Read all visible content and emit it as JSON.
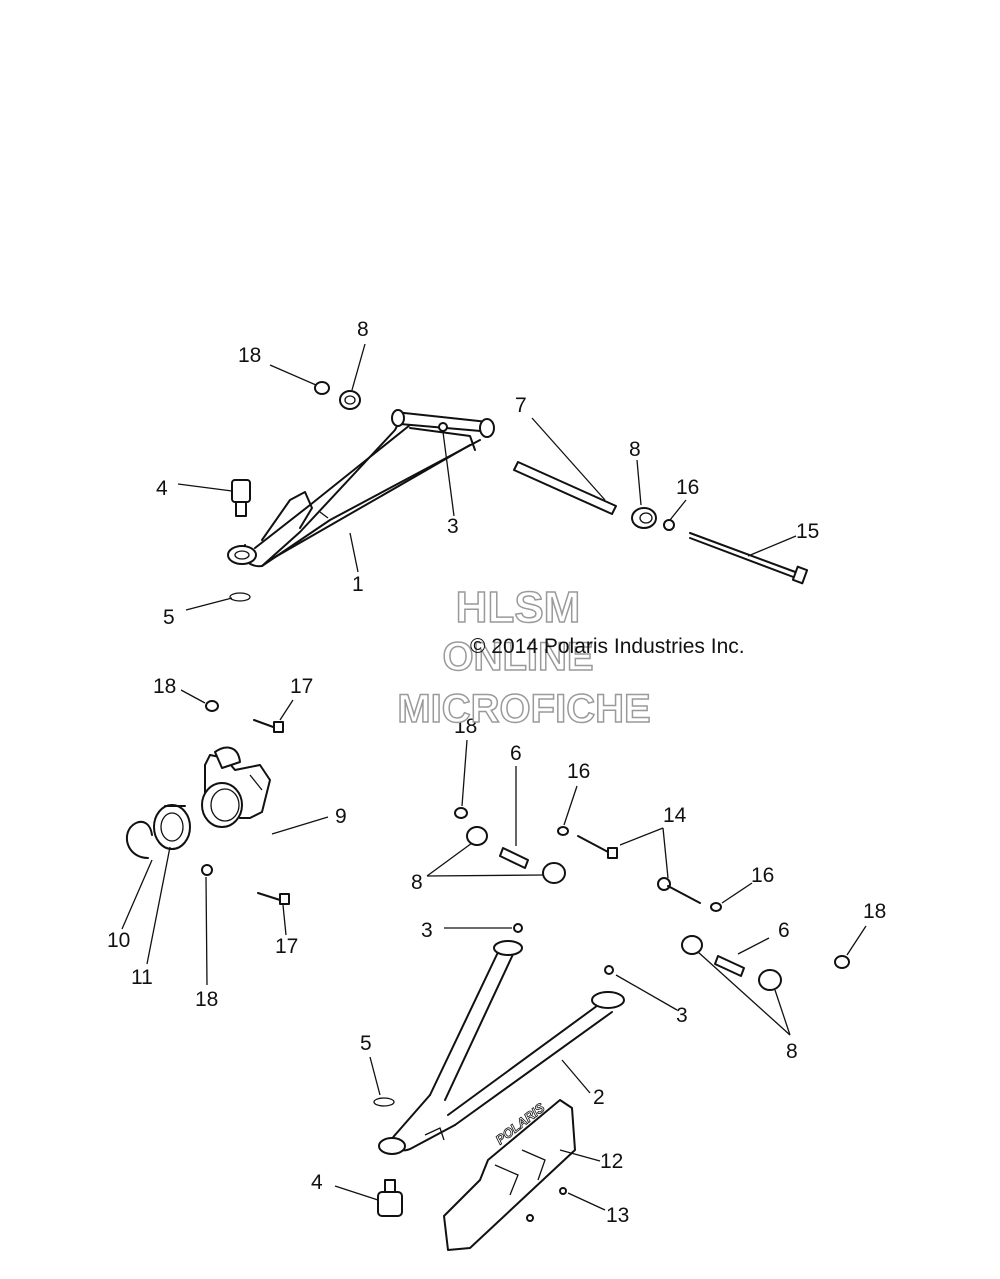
{
  "watermark": {
    "line1": "HLSM",
    "line2": "ONLINE",
    "line3": "MICROFICHE"
  },
  "copyright": "© 2014 Polaris Industries Inc.",
  "logo_text": "POLARIS",
  "callouts": [
    {
      "id": "c-18a",
      "label": "18"
    },
    {
      "id": "c-8a",
      "label": "8"
    },
    {
      "id": "c-7",
      "label": "7"
    },
    {
      "id": "c-8b",
      "label": "8"
    },
    {
      "id": "c-16a",
      "label": "16"
    },
    {
      "id": "c-15",
      "label": "15"
    },
    {
      "id": "c-4a",
      "label": "4"
    },
    {
      "id": "c-3a",
      "label": "3"
    },
    {
      "id": "c-1",
      "label": "1"
    },
    {
      "id": "c-5a",
      "label": "5"
    },
    {
      "id": "c-18b",
      "label": "18"
    },
    {
      "id": "c-17a",
      "label": "17"
    },
    {
      "id": "c-18c",
      "label": "18"
    },
    {
      "id": "c-6a",
      "label": "6"
    },
    {
      "id": "c-16b",
      "label": "16"
    },
    {
      "id": "c-9",
      "label": "9"
    },
    {
      "id": "c-14",
      "label": "14"
    },
    {
      "id": "c-8c",
      "label": "8"
    },
    {
      "id": "c-16c",
      "label": "16"
    },
    {
      "id": "c-10",
      "label": "10"
    },
    {
      "id": "c-11",
      "label": "11"
    },
    {
      "id": "c-18d",
      "label": "18"
    },
    {
      "id": "c-17b",
      "label": "17"
    },
    {
      "id": "c-3b",
      "label": "3"
    },
    {
      "id": "c-6b",
      "label": "6"
    },
    {
      "id": "c-18e",
      "label": "18"
    },
    {
      "id": "c-3c",
      "label": "3"
    },
    {
      "id": "c-8d",
      "label": "8"
    },
    {
      "id": "c-5b",
      "label": "5"
    },
    {
      "id": "c-2",
      "label": "2"
    },
    {
      "id": "c-12",
      "label": "12"
    },
    {
      "id": "c-4b",
      "label": "4"
    },
    {
      "id": "c-13",
      "label": "13"
    }
  ]
}
